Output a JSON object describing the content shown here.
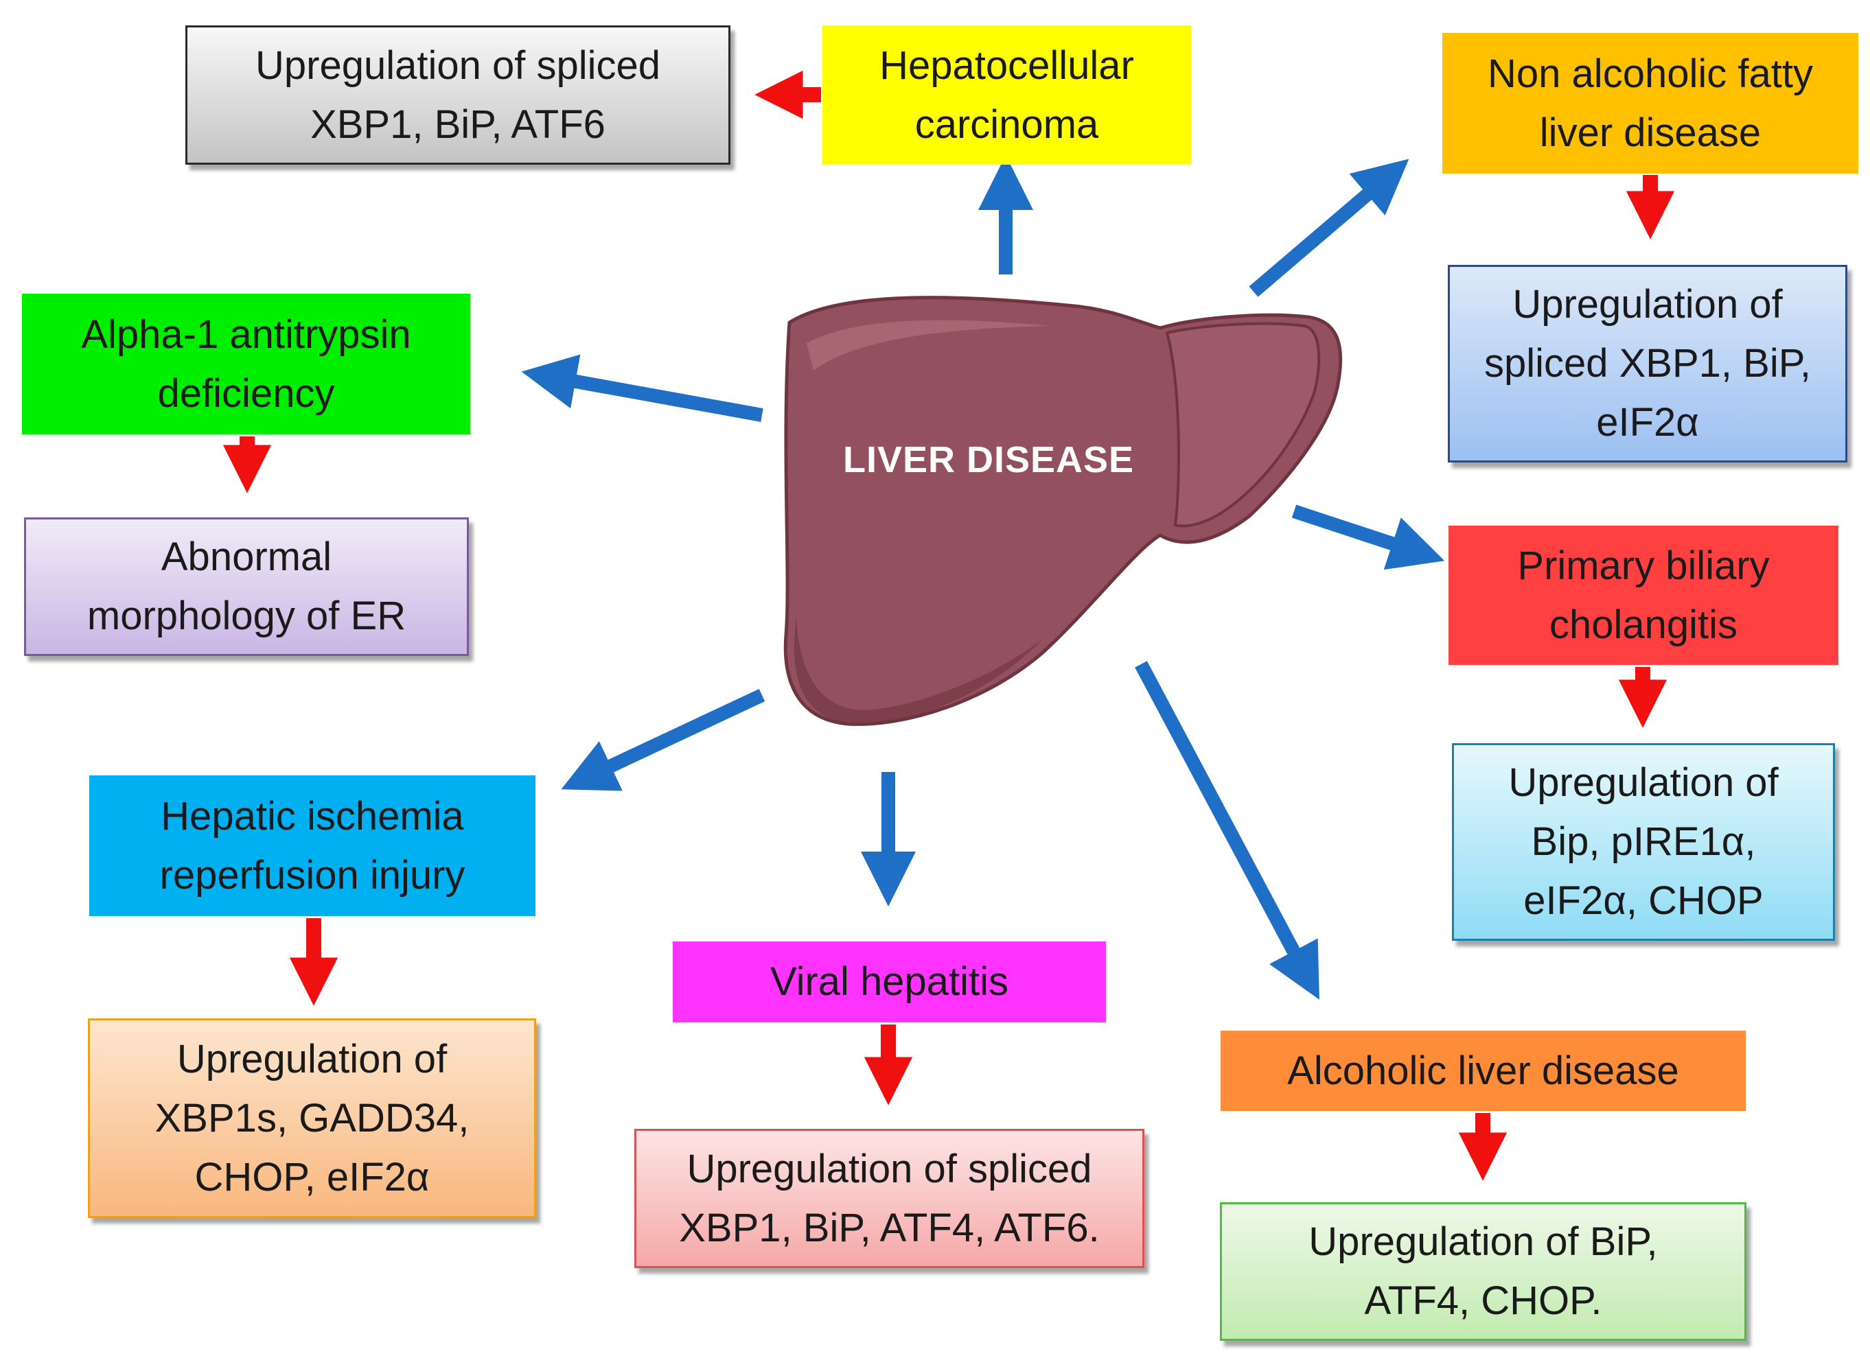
{
  "center": {
    "label": "LIVER DISEASE"
  },
  "colors": {
    "blue_arrow": "#1f6fc6",
    "red_arrow": "#f01010",
    "liver": "#93505e"
  },
  "boxes": {
    "hcc_up": {
      "lines": [
        "Upregulation of spliced",
        "XBP1, BiP, ATF6"
      ]
    },
    "hcc": {
      "lines": [
        "Hepatocellular",
        "carcinoma"
      ]
    },
    "nafld": {
      "lines": [
        "Non alcoholic fatty",
        "liver disease"
      ]
    },
    "nafld_up": {
      "lines": [
        "Upregulation of",
        "spliced XBP1, BiP,",
        "eIF2α"
      ]
    },
    "a1at": {
      "lines": [
        "Alpha-1 antitrypsin",
        "deficiency"
      ]
    },
    "a1at_up": {
      "lines": [
        "Abnormal",
        "morphology of ER"
      ]
    },
    "pbc": {
      "lines": [
        "Primary biliary",
        "cholangitis"
      ]
    },
    "pbc_up": {
      "lines": [
        "Upregulation of",
        "Bip, pIRE1α,",
        "eIF2α, CHOP"
      ]
    },
    "hirr": {
      "lines": [
        "Hepatic ischemia",
        "reperfusion injury"
      ]
    },
    "hirr_up": {
      "lines": [
        "Upregulation of",
        "XBP1s, GADD34,",
        "CHOP, eIF2α"
      ]
    },
    "vh": {
      "lines": [
        "Viral hepatitis"
      ]
    },
    "vh_up": {
      "lines": [
        "Upregulation of spliced",
        "XBP1, BiP, ATF4, ATF6."
      ]
    },
    "ald": {
      "lines": [
        "Alcoholic liver disease"
      ]
    },
    "ald_up": {
      "lines": [
        "Upregulation of BiP,",
        "ATF4, CHOP."
      ]
    }
  }
}
